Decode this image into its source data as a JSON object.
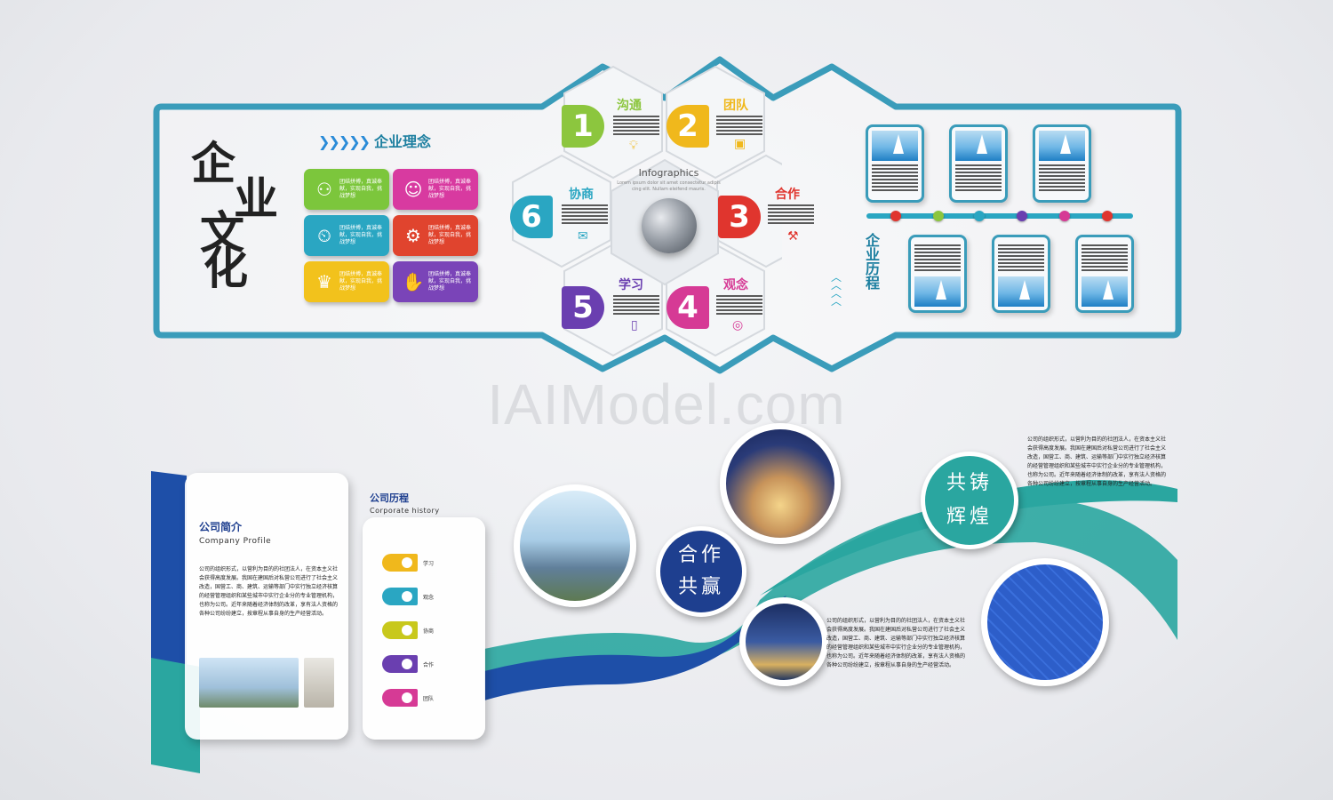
{
  "watermark": "IAIModel.com",
  "top_board": {
    "calligraphy": [
      "企",
      "业",
      "文",
      "化"
    ],
    "concept_title": "企业理念",
    "concept_cards": [
      {
        "icon": "team-icon",
        "text": "团结拼搏，真诚奉献，实现自我，挑战梦想",
        "color": "#7cc63c"
      },
      {
        "icon": "idea-head-icon",
        "text": "团结拼搏，真诚奉献，实现自我，挑战梦想",
        "color": "#d83aa0"
      },
      {
        "icon": "person-clock-icon",
        "text": "团结拼搏，真诚奉献，实现自我，挑战梦想",
        "color": "#2aa6c2"
      },
      {
        "icon": "gears-icon",
        "text": "团结拼搏，真诚奉献，实现自我，挑战梦想",
        "color": "#e0442e"
      },
      {
        "icon": "trophy-icon",
        "text": "团结拼搏，真诚奉献，实现自我，挑战梦想",
        "color": "#f2c21c"
      },
      {
        "icon": "handshake-icon",
        "text": "团结拼搏，真诚奉献，实现自我，挑战梦想",
        "color": "#7a44b8"
      }
    ],
    "hexagons": [
      {
        "num": "1",
        "label": "沟通",
        "color": "#8cc63e",
        "icon": "bulb-icon"
      },
      {
        "num": "2",
        "label": "团队",
        "color": "#f0b81c",
        "icon": "monitor-icon"
      },
      {
        "num": "3",
        "label": "合作",
        "color": "#e0352e",
        "icon": "hammer-icon"
      },
      {
        "num": "4",
        "label": "观念",
        "color": "#d63a95",
        "icon": "target-icon"
      },
      {
        "num": "5",
        "label": "学习",
        "color": "#6a3fb0",
        "icon": "phone-icon"
      },
      {
        "num": "6",
        "label": "协商",
        "color": "#2aa6c2",
        "icon": "mail-icon"
      }
    ],
    "infographics_title": "Infographics",
    "infographics_sub": "Lorem ipsum dolor sit amet consectetur adipis cing elit. Nullam eleifend mauris.",
    "history_label": "企业历程",
    "timeline_dots": [
      "#e0352e",
      "#8cc63e",
      "#f0b81c",
      "#2aa6c2",
      "#6a3fb0",
      "#d63a95",
      "#e0352e"
    ]
  },
  "bottom": {
    "profile": {
      "title": "公司简介",
      "subtitle": "Company Profile",
      "body": "公司的组织形式，以营利为目的的社团法人，在资本主义社会获得高度发展。我国在建国后对私营公司进行了社会主义改造，国营工、商、建筑、运输等部门中实行独立经济核算的经营管理组织和某些城市中实行企业分的专业管理机构，也称为公司。近年来随着经济体制的改革，享有法人资格的各种公司纷纷建立，按章程从事自身的生产经营活动。"
    },
    "history": {
      "title": "公司历程",
      "subtitle": "Corporate history",
      "items": [
        {
          "label": "学习",
          "color": "#f0b81c"
        },
        {
          "label": "观念",
          "color": "#2aa6c2"
        },
        {
          "label": "协商",
          "color": "#c8c81c"
        },
        {
          "label": "合作",
          "color": "#6a3fb0"
        },
        {
          "label": "团队",
          "color": "#d63a95"
        }
      ]
    },
    "bubble_1": "合作共赢",
    "bubble_2": "共铸辉煌",
    "para_top": "公司的组织形式，以营利为目的的社团法人，在资本主义社会获得高度发展。我国在建国后对私营公司进行了社会主义改造，国营工、商、建筑、运输等部门中实行独立经济核算的经营管理组织和某些城市中实行企业分的专业管理机构，也称为公司。近年来随着经济体制的改革，享有法人资格的各种公司纷纷建立，按章程从事自身的生产经营活动。",
    "para_bottom": "公司的组织形式，以营利为目的的社团法人，在资本主义社会获得高度发展。我国在建国后对私营公司进行了社会主义改造，国营工、商、建筑、运输等部门中实行独立经济核算的经营管理组织和某些城市中实行企业分的专业管理机构，也称为公司。近年来随着经济体制的改革，享有法人资格的各种公司纷纷建立，按章程从事自身的生产经营活动。"
  }
}
